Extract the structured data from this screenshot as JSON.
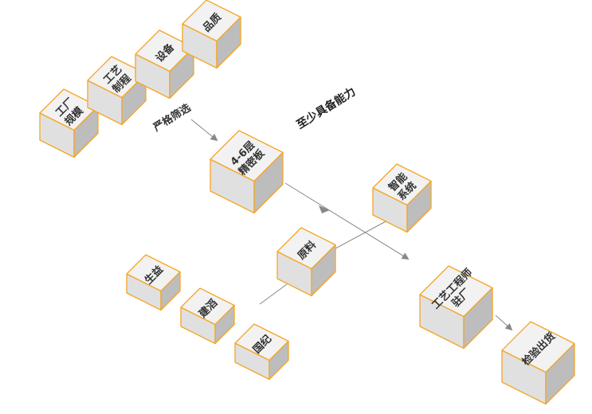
{
  "boxes": [
    {
      "id": "factory",
      "lines": [
        "工厂",
        "规模"
      ]
    },
    {
      "id": "process",
      "lines": [
        "工艺",
        "制程"
      ]
    },
    {
      "id": "equipment",
      "lines": [
        "设备"
      ]
    },
    {
      "id": "quality",
      "lines": [
        "品质"
      ]
    },
    {
      "id": "board",
      "lines": [
        "4-6层",
        "精密板"
      ]
    },
    {
      "id": "smart",
      "lines": [
        "智能",
        "系统"
      ]
    },
    {
      "id": "material",
      "lines": [
        "原料"
      ]
    },
    {
      "id": "shengyi",
      "lines": [
        "生益"
      ]
    },
    {
      "id": "jiantao",
      "lines": [
        "建滔"
      ]
    },
    {
      "id": "guoji",
      "lines": [
        "国纪"
      ]
    },
    {
      "id": "engineer",
      "lines": [
        "工艺工程师",
        "驻厂"
      ]
    },
    {
      "id": "ship",
      "lines": [
        "检验出货"
      ]
    }
  ],
  "labels": {
    "screening": "严格筛选",
    "capability": "至少具备能力"
  },
  "colors": {
    "border": "#F5A623",
    "top": "#F2F2F2",
    "left": "#E0E0E0",
    "right": "#BDBDBD",
    "line": "#888888"
  }
}
